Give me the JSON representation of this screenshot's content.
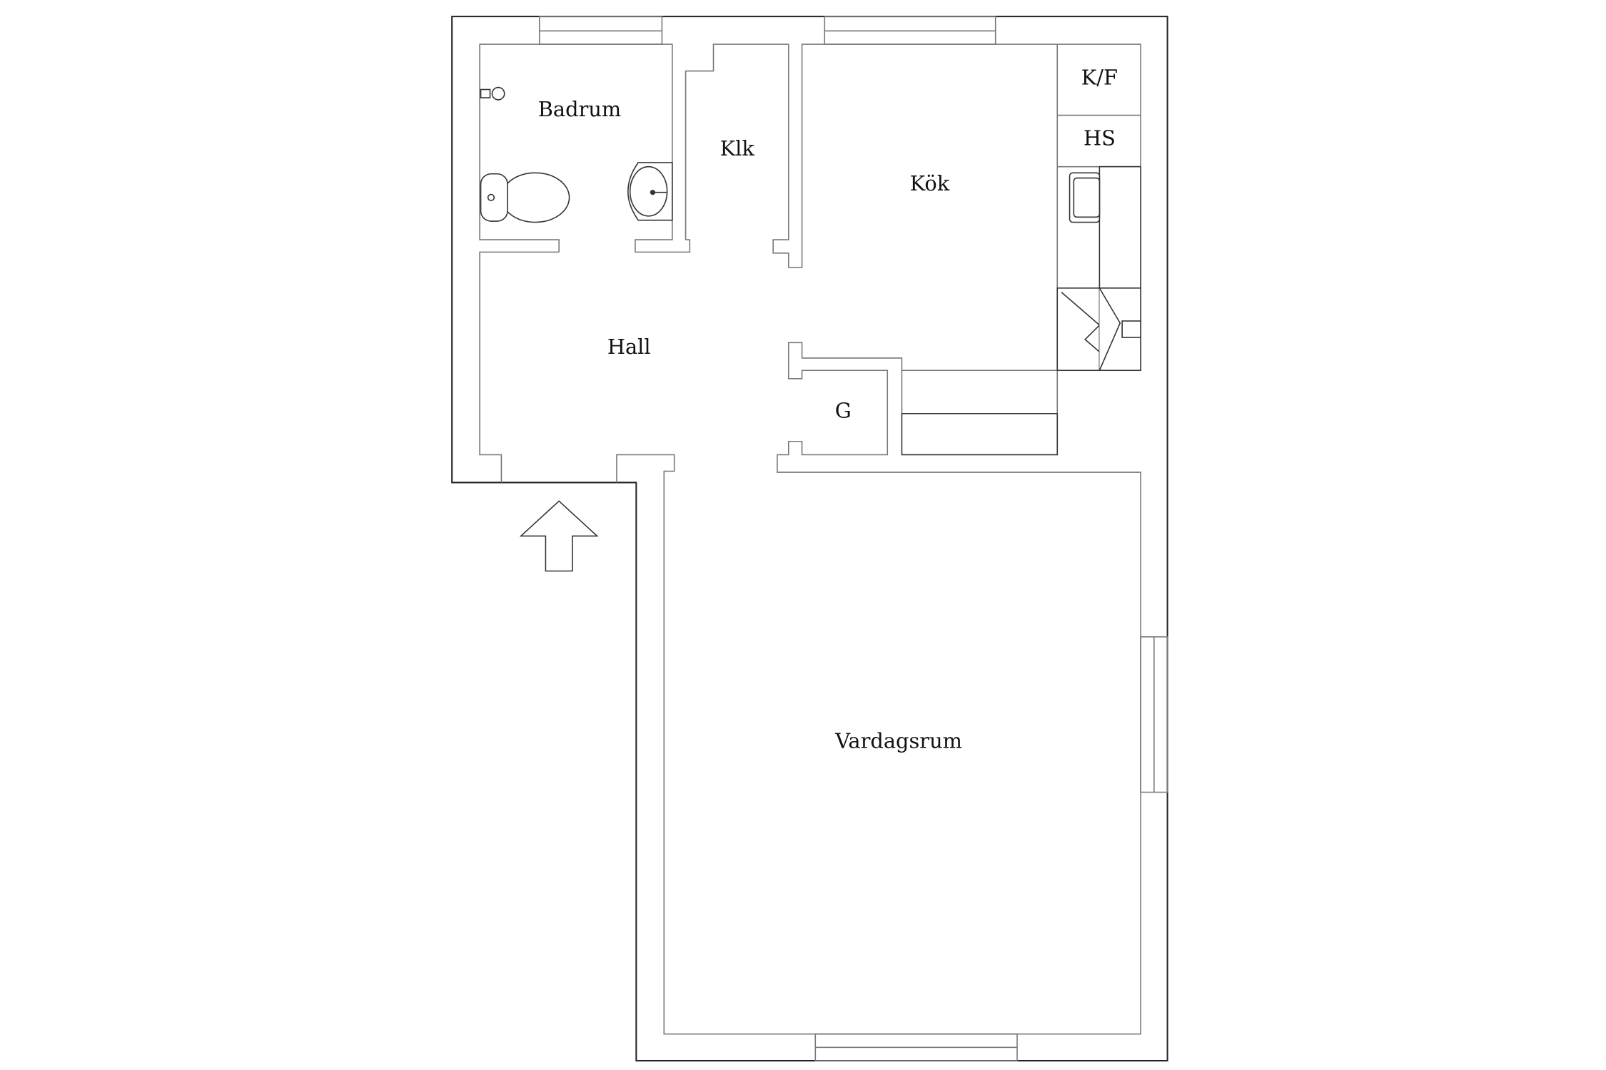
{
  "floorplan": {
    "rooms": {
      "badrum": "Badrum",
      "klk": "Klk",
      "kok": "Kök",
      "kf": "K/F",
      "hs": "HS",
      "hall": "Hall",
      "g": "G",
      "vardagsrum": "Vardagsrum"
    },
    "icons": [
      "entrance-arrow-icon",
      "toilet-icon",
      "sink-icon",
      "towel-hook-icon",
      "kitchen-sink-icon",
      "stove-icon"
    ]
  }
}
